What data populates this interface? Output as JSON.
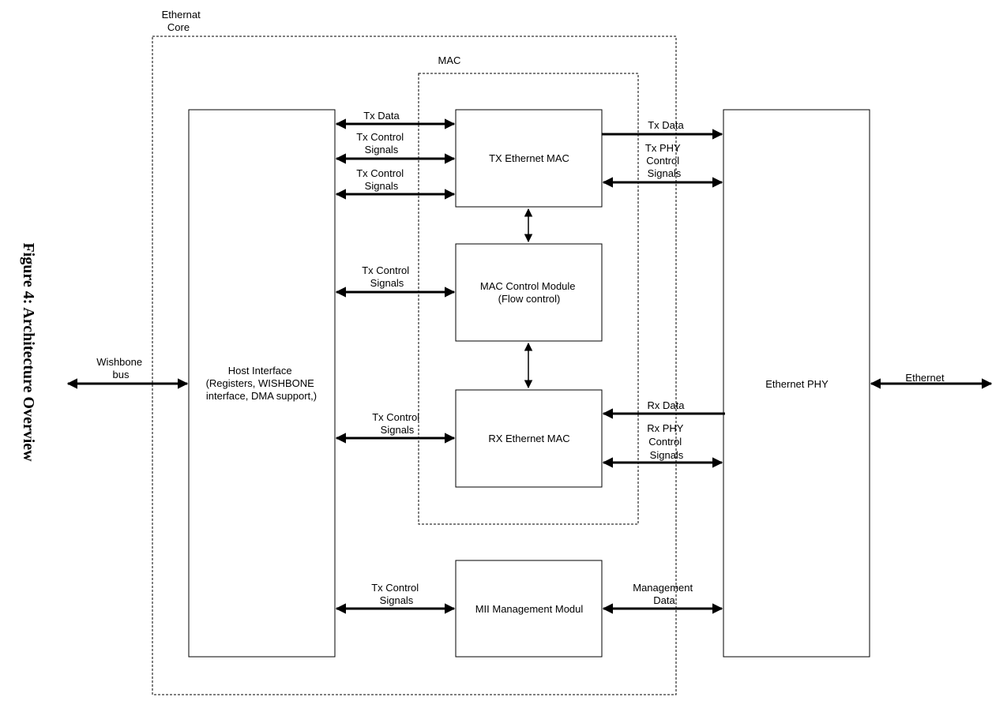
{
  "figure_caption": "Figure 4: Architecture Overview",
  "containers": {
    "ethernet_core": [
      "Ethernat",
      "Core"
    ],
    "mac": "MAC"
  },
  "blocks": {
    "host_interface": [
      "Host Interface",
      "(Registers, WISHBONE",
      "interface, DMA support,)"
    ],
    "tx_ethernet_mac": "TX Ethernet MAC",
    "mac_control_module": [
      "MAC Control Module",
      "(Flow control)"
    ],
    "rx_ethernet_mac": "RX Ethernet MAC",
    "mii_management": "MII Management Modul",
    "ethernet_phy": "Ethernet PHY"
  },
  "signals": {
    "wishbone_bus": [
      "Wishbone",
      "bus"
    ],
    "host_tx_data": "Tx Data",
    "host_tx_ctrl_1": [
      "Tx Control",
      "Signals"
    ],
    "host_tx_ctrl_2": [
      "Tx Control",
      "Signals"
    ],
    "host_tx_ctrl_3": [
      "Tx Control",
      "Signals"
    ],
    "host_tx_ctrl_4": [
      "Tx Control",
      "Signals"
    ],
    "host_tx_ctrl_5": [
      "Tx Control",
      "Signals"
    ],
    "phy_tx_data": "Tx Data",
    "phy_tx_ctrl": [
      "Tx PHY",
      "Control",
      "Signals"
    ],
    "phy_rx_data": "Rx Data",
    "phy_rx_ctrl": [
      "Rx PHY",
      "Control",
      "Signals"
    ],
    "management_data": [
      "Management",
      "Data"
    ],
    "ethernet": "Ethernet"
  },
  "colors": {
    "stroke": "#000000",
    "background": "#ffffff"
  }
}
